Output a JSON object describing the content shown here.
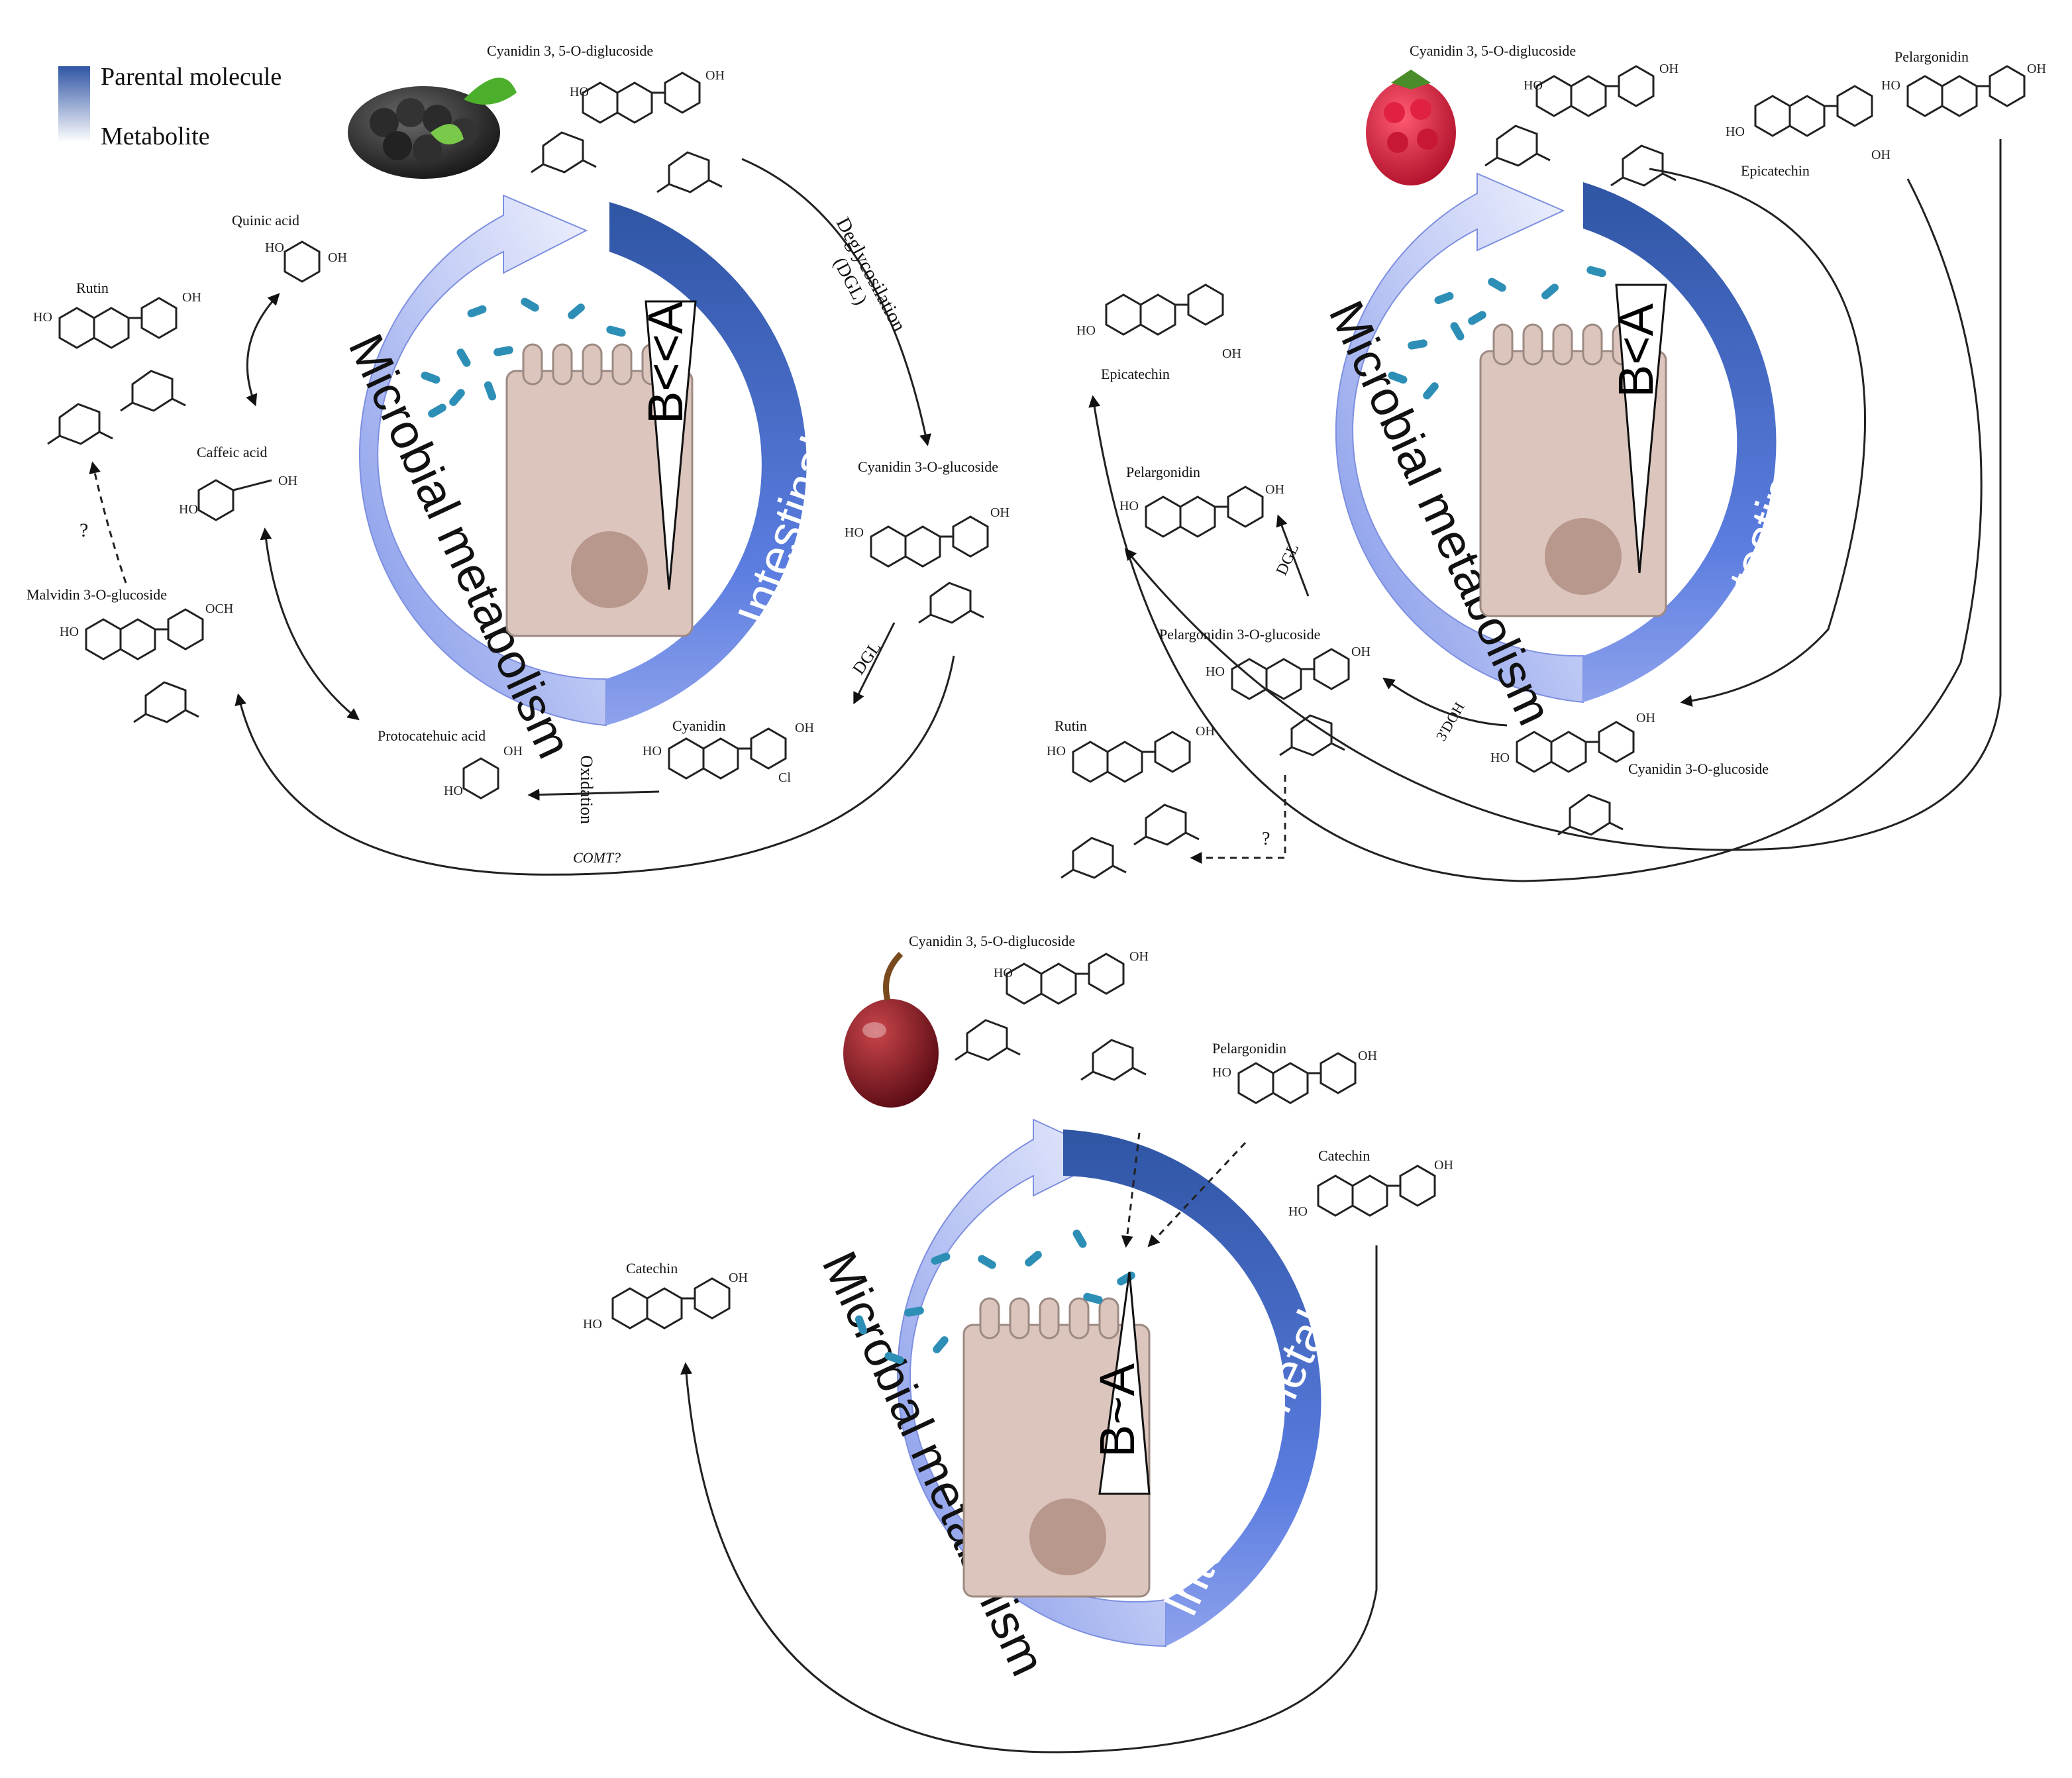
{
  "colors": {
    "parental": "#2f55a4",
    "metabolite_light": "#e8ecfb",
    "ring_mid": "#8a9eea",
    "arrow": "#111111",
    "cell_fill": "#dcc5bd",
    "cell_stroke": "#9c8a82",
    "nucleus": "#b8978c",
    "bacteria": "#2e8fb6"
  },
  "legend": {
    "parental": "Parental molecule",
    "metabolite": "Metabolite"
  },
  "panels": [
    {
      "id": "blackberry",
      "fruit_icon": "blackberry-icon",
      "ring": {
        "microbial": "Microbial metabolism",
        "intestinal": "Intestinal metabolism"
      },
      "ratio": "B<<A",
      "compounds": {
        "parent": "Cyanidin 3, 5-O-diglucoside",
        "c3g": "Cyanidin 3-O-glucoside",
        "cyanidin": "Cyanidin",
        "protocatechuic": "Protocatehuic acid",
        "caffeic": "Caffeic acid",
        "quinic": "Quinic acid",
        "rutin": "Rutin",
        "malvidin": "Malvidin 3-O-glucoside"
      },
      "labels": {
        "deglycosilation": "Deglycosilation",
        "dgl_paren": "(DGL)",
        "dgl": "DGL",
        "oxidation": "Oxidation",
        "comt": "COMT?",
        "question": "?",
        "chloride": "Cl"
      }
    },
    {
      "id": "raspberry",
      "fruit_icon": "raspberry-icon",
      "ring": {
        "microbial": "Microbial metabolism",
        "intestinal": "Intestinal metabolism"
      },
      "ratio": "B<A",
      "compounds": {
        "parent": "Cyanidin 3, 5-O-diglucoside",
        "epicatechin_top": "Epicatechin",
        "pelargonidin_top": "Pelargonidin",
        "epicatechin": "Epicatechin",
        "pelargonidin": "Pelargonidin",
        "pg3g": "Pelargonidin 3-O-glucoside",
        "c3g": "Cyanidin 3-O-glucoside",
        "rutin": "Rutin"
      },
      "labels": {
        "dgl": "DGL",
        "doh": "3'DOH",
        "question": "?"
      }
    },
    {
      "id": "grape",
      "fruit_icon": "grape-icon",
      "ring": {
        "microbial": "Microbial metabolism",
        "intestinal": "Intestinal metabolism"
      },
      "ratio": "B~A",
      "compounds": {
        "parent": "Cyanidin 3, 5-O-diglucoside",
        "pelargonidin": "Pelargonidin",
        "catechin_right": "Catechin",
        "catechin_left": "Catechin"
      }
    }
  ]
}
